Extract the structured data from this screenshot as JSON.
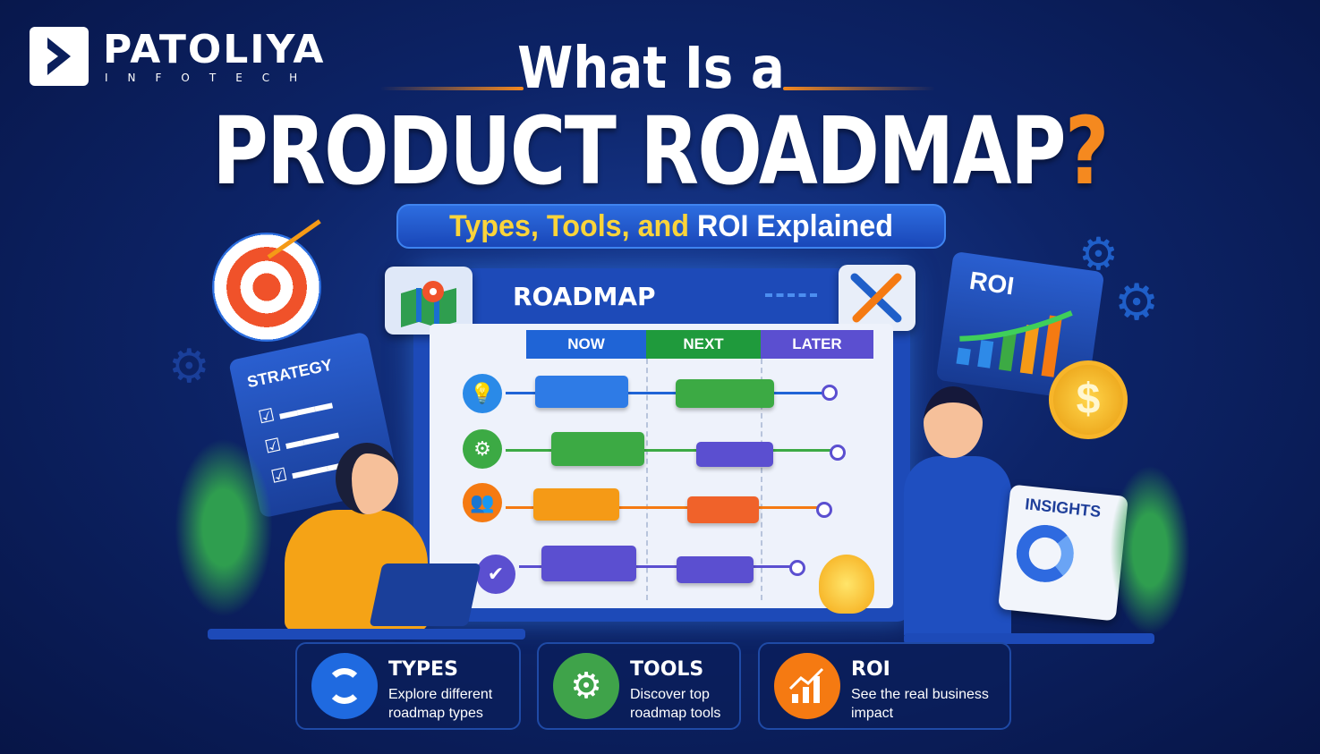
{
  "brand": {
    "name": "PATOLIYA",
    "sub": "INFOTECH"
  },
  "title": {
    "line1": "What Is a",
    "line2": "PRODUCT ROADMAP",
    "mark": "?"
  },
  "subtitle": {
    "highlight": "Types, Tools, and",
    "rest": "ROI Explained"
  },
  "board": {
    "title": "ROADMAP",
    "columns": [
      {
        "label": "NOW",
        "color": "#1f64d6"
      },
      {
        "label": "NEXT",
        "color": "#1f9a3c"
      },
      {
        "label": "LATER",
        "color": "#5b4fd0"
      }
    ]
  },
  "side_cards": {
    "strategy": "STRATEGY",
    "roi": "ROI",
    "insights": "INSIGHTS",
    "coin": "$"
  },
  "cards": [
    {
      "title": "TYPES",
      "desc": "Explore different roadmap types",
      "color": "#1f6ae0",
      "icon": "cycle-icon"
    },
    {
      "title": "TOOLS",
      "desc": "Discover top roadmap tools",
      "color": "#3fa34a",
      "icon": "gear-icon"
    },
    {
      "title": "ROI",
      "desc": "See the real business impact",
      "color": "#f57a12",
      "icon": "chart-growth-icon"
    }
  ]
}
